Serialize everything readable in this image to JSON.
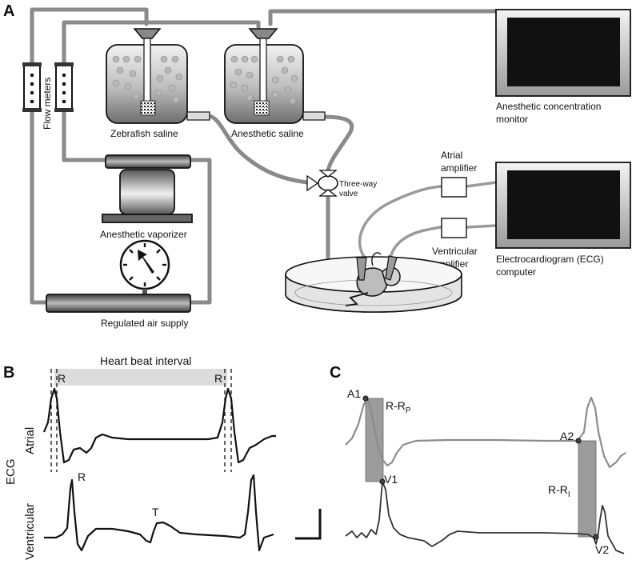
{
  "panels": {
    "a": "A",
    "b": "B",
    "c": "C"
  },
  "apparatus": {
    "flow_meters": "Flow meters",
    "zebrafish_saline": "Zebrafish saline",
    "anesthetic_saline": "Anesthetic saline",
    "monitor_line1": "Anesthetic concentration",
    "monitor_line2": "monitor",
    "three_way_line1": "Three-way",
    "three_way_line2": "valve",
    "atrial_amp_line1": "Atrial",
    "atrial_amp_line2": "amplifier",
    "ventricular_amp_line1": "Ventricular",
    "ventricular_amp_line2": "amplifier",
    "ecg_line1": "Electrocardiogram (ECG)",
    "ecg_line2": "computer",
    "vaporizer": "Anesthetic vaporizer",
    "air_supply": "Regulated air supply"
  },
  "panel_b": {
    "interval_label": "Heart beat interval",
    "r_left": "R",
    "r_right": "R",
    "ecg_axis": "ECG",
    "atrial_axis": "Atrial",
    "ventricular_axis": "Ventricular",
    "v_r": "R",
    "v_t": "T"
  },
  "panel_c": {
    "a1": "A1",
    "a2": "A2",
    "v1": "V1",
    "v2": "V2",
    "rrp_main": "R-R",
    "rrp_sub": "P",
    "rri_main": "R-R",
    "rri_sub": "I"
  },
  "colors": {
    "tube": "#8a8a8a",
    "screen": "#111111",
    "bar": "#9c9c9c",
    "trace_light": "#8c8c8c"
  }
}
